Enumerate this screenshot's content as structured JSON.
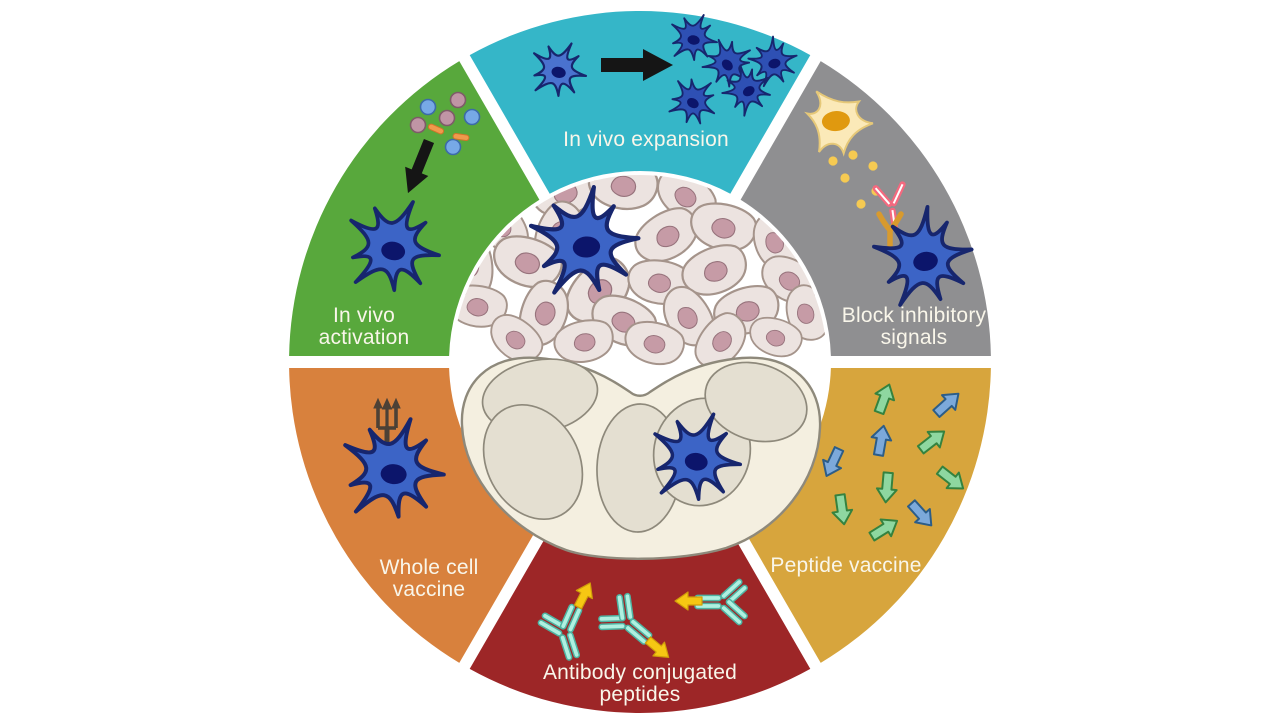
{
  "figure": {
    "type": "circular-six-segment-diagram",
    "segments": [
      {
        "id": "in-vivo-expansion",
        "label": "In vivo expansion",
        "color": "#35b6c8",
        "icon": "dendritic-cells-expansion-icon"
      },
      {
        "id": "block-inhibitory-signals",
        "label": "Block inhibitory\nsignals",
        "color": "#8f8f91",
        "icon": "tumor-cell-antibody-blockade-icon"
      },
      {
        "id": "peptide-vaccine",
        "label": "Peptide vaccine",
        "color": "#d7a53d",
        "icon": "peptide-arrows-icon"
      },
      {
        "id": "antibody-conjugated-peptides",
        "label": "Antibody conjugated\npeptides",
        "color": "#9d2627",
        "icon": "antibody-peptide-conjugate-icon"
      },
      {
        "id": "whole-cell-vaccine",
        "label": "Whole cell\nvaccine",
        "color": "#d8813d",
        "icon": "dendritic-cell-receptor-icon"
      },
      {
        "id": "in-vivo-activation",
        "label": "In vivo\nactivation",
        "color": "#58a83c",
        "icon": "adjuvant-particles-icon"
      }
    ],
    "center_icons": {
      "upper": "tumor-tissue-illustration",
      "lower": "lymph-node-illustration",
      "cells": "dendritic-cell-illustration"
    },
    "palette": {
      "label-text": "#f9f6ea",
      "dc-body": "#3c64c6",
      "dc-body-dark": "#2e50b4",
      "dc-body-light": "#4a72cf",
      "dc-outline": "#17266e",
      "dc-nucleus": "#0c156b",
      "tissue-cell": "#ece3e0",
      "tissue-outline": "#a5948b",
      "tissue-nucleus": "#c69ba6",
      "tissue-nucleus-outline": "#97737c",
      "lymph-fill": "#f4efe0",
      "lymph-lobe": "#e4dfd1",
      "lymph-outline": "#8e897b",
      "tumor-fill": "#fbe9b8",
      "tumor-outline": "#e6c878",
      "tumor-nucleus": "#e0990f",
      "pink-antibody": "#f4697f",
      "receptor-orange": "#d89a2e",
      "receptor-dark": "#4c4136",
      "cyan-antibody": "#aff0e0",
      "cyan-antibody-outline": "#4fb3a2",
      "yellow-arrow": "#f6c713",
      "yellow-arrow-outline": "#cf9d0a",
      "peptide-green": "#8ed7a0",
      "peptide-green-outline": "#35823f",
      "peptide-blue": "#7ca9da",
      "peptide-blue-outline": "#2c5d88",
      "arrow-black": "#151515",
      "yellow-dot": "#f6ca52",
      "particle-blue": "#77a9e6",
      "particle-blue-outline": "#3c6ba8",
      "particle-mauve": "#c095a5",
      "particle-mauve-outline": "#7e5b68",
      "particle-rod": "#f09a4c",
      "particle-rod-outline": "#d0742a"
    }
  }
}
